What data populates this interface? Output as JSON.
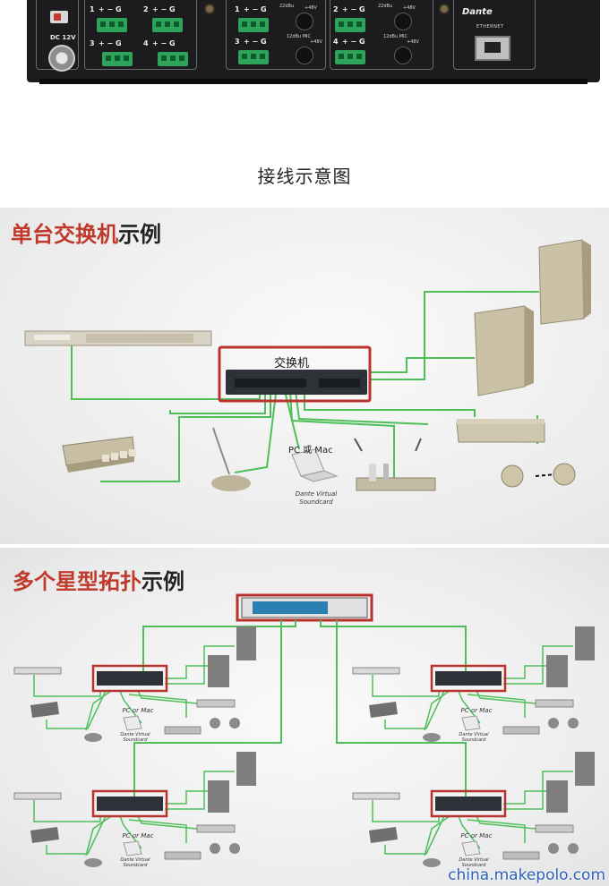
{
  "device_panel": {
    "power_label": "DC 12V",
    "terminal_label": "+ − G",
    "channel_numbers": [
      "1",
      "2",
      "3",
      "4"
    ],
    "level_label": "22dBu",
    "mic_label": "12dBu MIC",
    "phantom_label": "+48V",
    "brand": "Dante",
    "port_label": "ETHERNET"
  },
  "caption": "接线示意图",
  "single_switch": {
    "title_highlight": "单台交换机",
    "title_rest": "示例",
    "switch_label": "交换机",
    "pc_label": "PC 或 Mac",
    "software_label_line1": "Dante Virtual",
    "software_label_line2": "Soundcard"
  },
  "multi_star": {
    "title_highlight": "多个星型拓扑",
    "title_rest": "示例",
    "pc_label": "PC or Mac",
    "software_label_line1": "Dante Virtual",
    "software_label_line2": "Soundcard"
  },
  "watermark": "china.makepolo.com",
  "colors": {
    "wire": "#4fbf5a",
    "highlight_box": "#b8322e",
    "title_red": "#c0392b",
    "watermark": "#2a5fbf",
    "panel": "#1c1c1e",
    "terminal": "#2ea45b"
  }
}
